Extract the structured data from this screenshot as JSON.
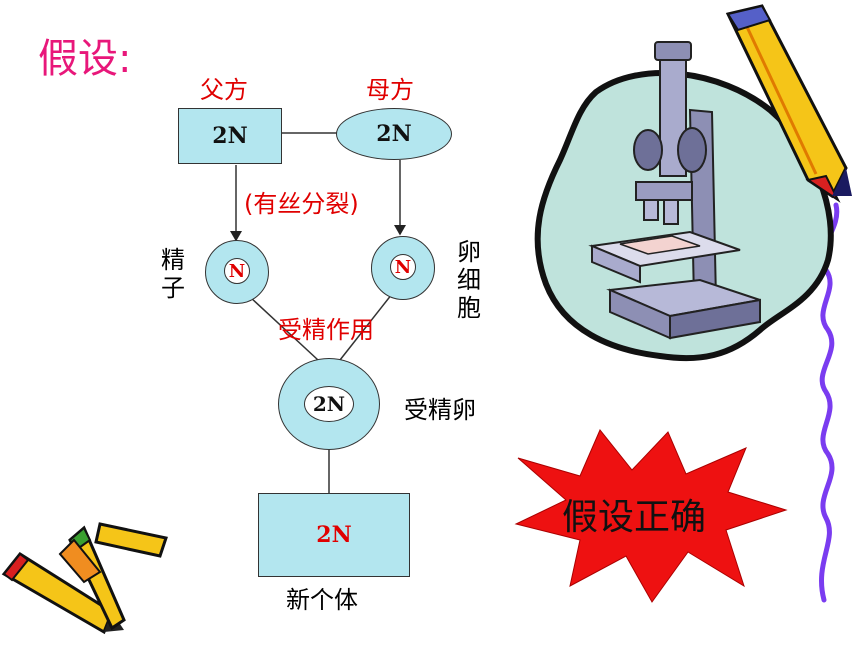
{
  "title": "假设:",
  "father_label": "父方",
  "mother_label": "母方",
  "father_cell": "2N",
  "mother_cell": "2N",
  "mitosis_label": "(有丝分裂)",
  "sperm_label": "精子",
  "sperm_nucleus": "N",
  "egg_label": "卵细胞",
  "egg_nucleus": "N",
  "fertilization_label": "受精作用",
  "zygote_nucleus": "2N",
  "zygote_label": "受精卵",
  "offspring_cell": "2N",
  "offspring_label": "新个体",
  "conclusion": "假设正确",
  "colors": {
    "title": "#e8177a",
    "red_text": "#e00000",
    "cell_fill": "#b3e6ef",
    "starburst": "#ee1111",
    "wavy_line": "#7a3cf0"
  },
  "icons": [
    "microscope-icon",
    "pencil-icon",
    "pencils-icon"
  ]
}
